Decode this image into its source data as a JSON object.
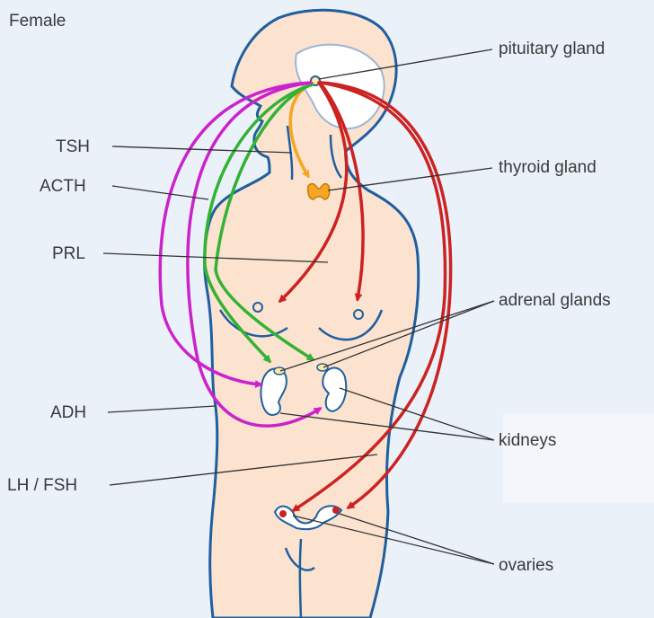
{
  "diagram": {
    "title": "Female",
    "hormones": {
      "tsh": "TSH",
      "acth": "ACTH",
      "prl": "PRL",
      "adh": "ADH",
      "lh_fsh": "LH / FSH"
    },
    "organs": {
      "pituitary": "pituitary gland",
      "thyroid": "thyroid gland",
      "adrenal": "adrenal glands",
      "kidneys": "kidneys",
      "ovaries": "ovaries"
    },
    "colors": {
      "background": "#eaf1f9",
      "skin": "#fbe3cf",
      "outline": "#1f5fa0",
      "tsh_arrow": "#f5a623",
      "acth_arrow": "#33b233",
      "adh_arrow": "#cc22cc",
      "prl_lhfsh_arrow": "#cc2222",
      "leader_line": "#333333"
    }
  }
}
